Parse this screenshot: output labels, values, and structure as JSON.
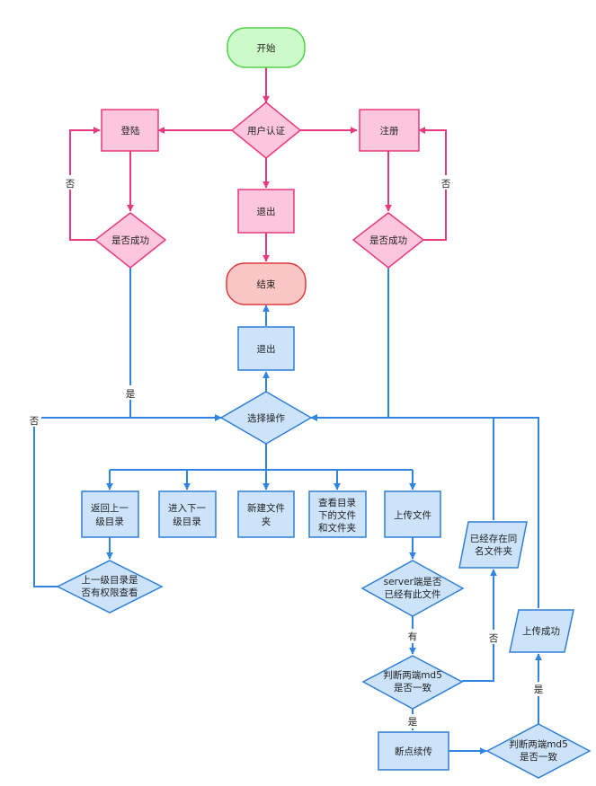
{
  "nodes": {
    "start": "开始",
    "auth": "用户认证",
    "login": "登陆",
    "register": "注册",
    "logout_top": "退出",
    "login_ok": "是否成功",
    "reg_ok": "是否成功",
    "end": "结束",
    "logout_mid": "退出",
    "select_op": "选择操作",
    "back_parent": [
      "返回上一",
      "级目录"
    ],
    "enter_sub": [
      "进入下一",
      "级目录"
    ],
    "new_folder": [
      "新建文件",
      "夹"
    ],
    "view_dir": [
      "查看目录",
      "下的文件",
      "和文件夹"
    ],
    "upload": "上传文件",
    "perm_check": [
      "上一级目录是",
      "否有权限查看"
    ],
    "server_has": [
      "server端是否",
      "已经有此文件"
    ],
    "md5_check1": [
      "判断两端md5",
      "是否一致"
    ],
    "resume": "断点续传",
    "md5_check2": [
      "判断两端md5",
      "是否一致"
    ],
    "exists_same": [
      "已经存在同",
      "名文件夹"
    ],
    "upload_ok": "上传成功"
  },
  "edge_labels": {
    "login_no": "否",
    "reg_no": "否",
    "login_yes": "是",
    "perm_no": "否",
    "server_yes": "有",
    "md5_1_no": "否",
    "md5_1_yes": "是",
    "md5_2_yes": "是"
  },
  "colors": {
    "pink_fill": "#fcc7de",
    "pink_stroke": "#e8387e",
    "blue_fill": "#cce3fa",
    "blue_stroke": "#2f7fd6",
    "start_fill": "#ccfac8",
    "end_fill": "#fbc6c6"
  }
}
